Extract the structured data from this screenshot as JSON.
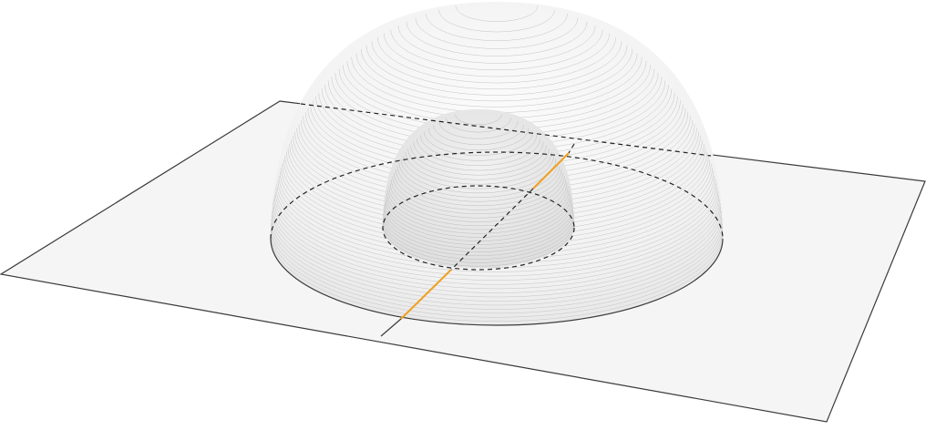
{
  "diagram": {
    "kind": "3d-illustration",
    "elements": [
      "ground-plane",
      "outer-hemisphere",
      "inner-hemisphere",
      "section-line"
    ],
    "colors": {
      "background": "#ffffff",
      "plane_fill": "#f4f4f4",
      "outline": "#3a3a3a",
      "contour": "#b8b8b8",
      "dashed": "#222222",
      "highlight": "#f0a020"
    }
  }
}
